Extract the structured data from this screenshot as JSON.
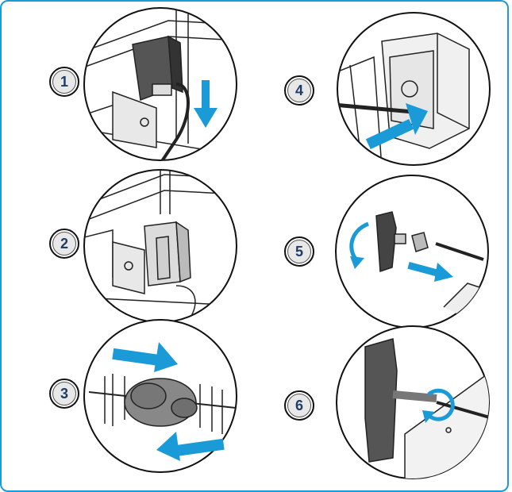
{
  "steps": [
    {
      "number": "1",
      "illustration": "attach-motor-bracket"
    },
    {
      "number": "2",
      "illustration": "motor-mounted"
    },
    {
      "number": "3",
      "illustration": "load-spit-with-chicken"
    },
    {
      "number": "4",
      "illustration": "insert-spit-into-motor"
    },
    {
      "number": "5",
      "illustration": "assemble-handle"
    },
    {
      "number": "6",
      "illustration": "tighten-handle"
    }
  ],
  "colors": {
    "frame": "#1a9ad7",
    "arrow": "#1a9ad7",
    "badge_text": "#1f3c68",
    "line_art": "#222222"
  }
}
